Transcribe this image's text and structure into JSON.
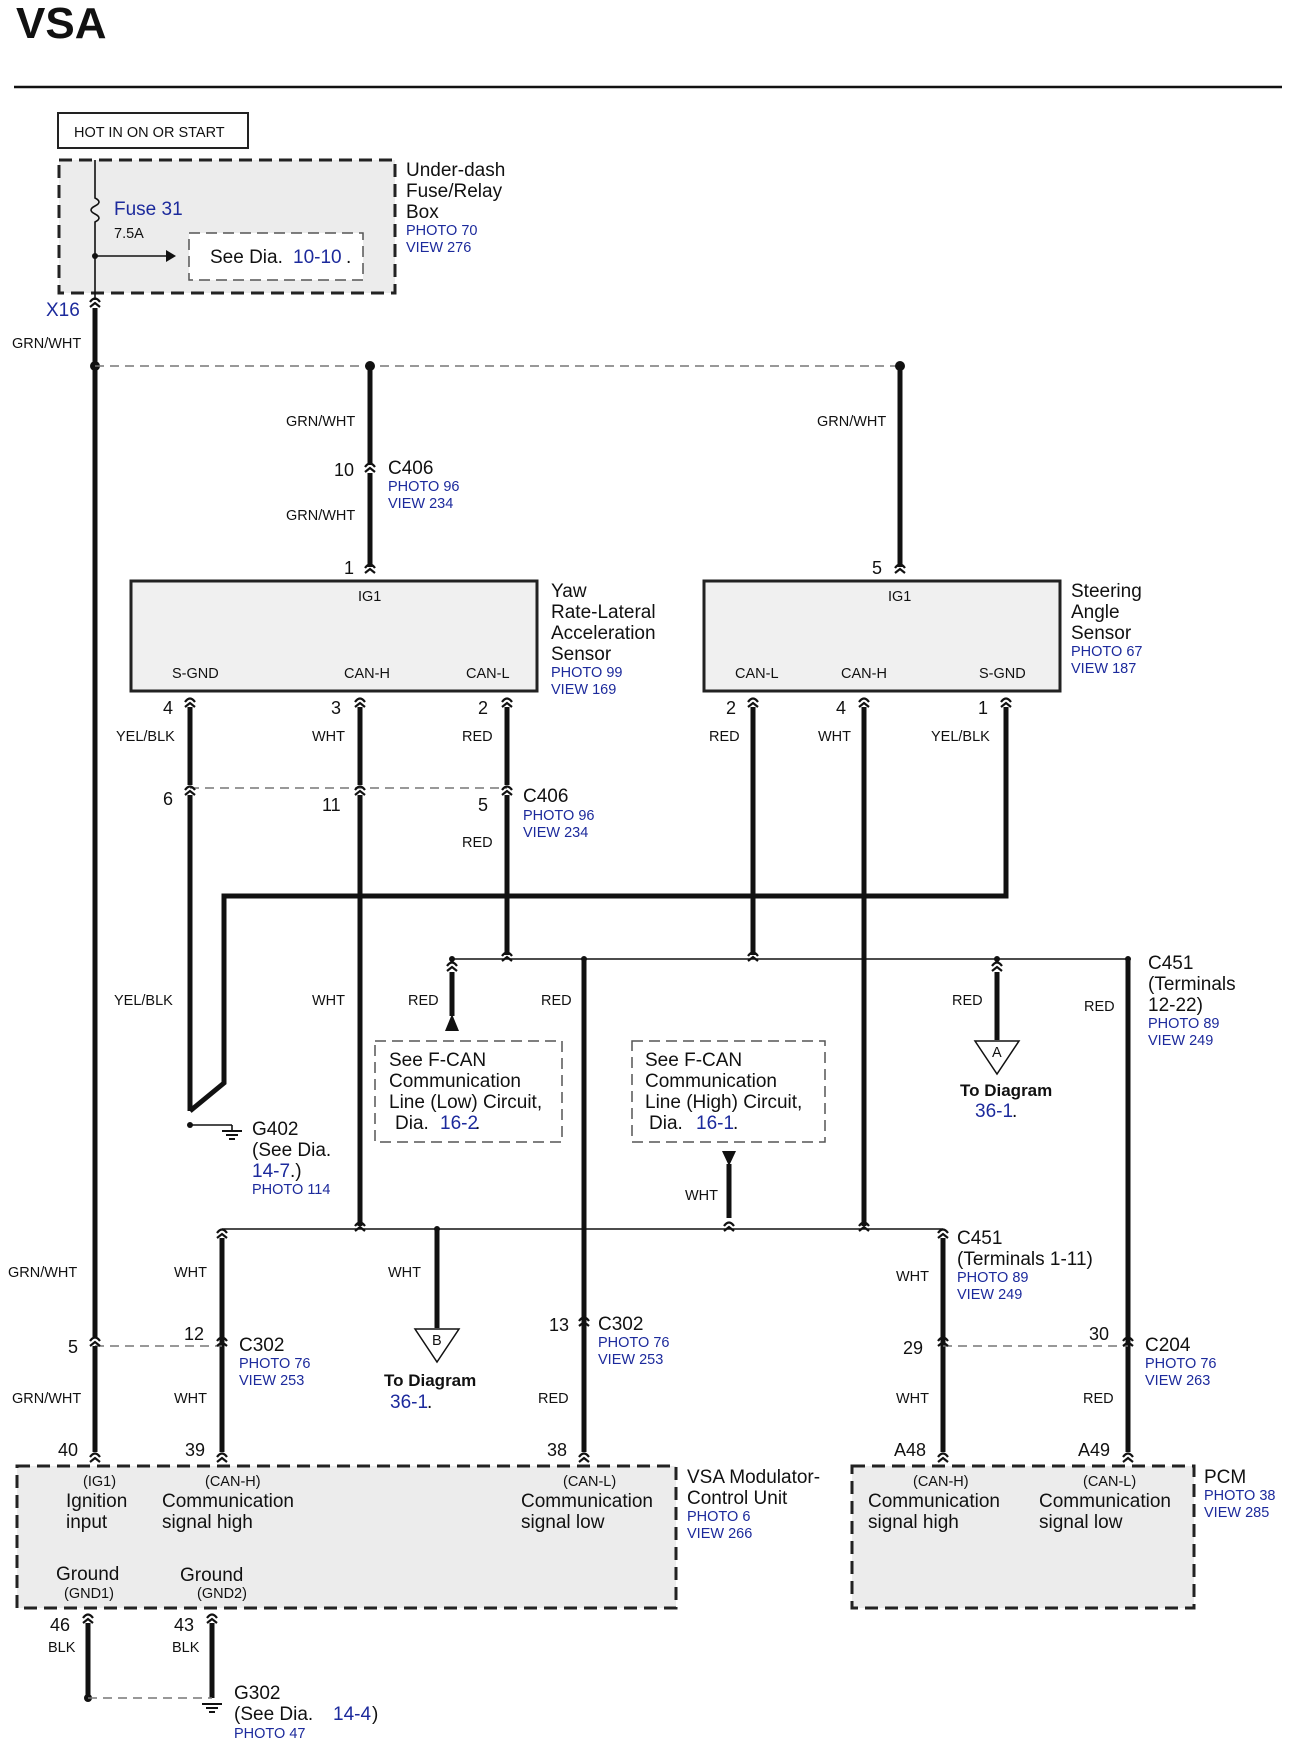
{
  "title": "VSA",
  "power": {
    "hot_label": "HOT IN ON OR START"
  },
  "fusebox": {
    "fuse_name": "Fuse 31",
    "fuse_rating": "7.5A",
    "see_text": "See Dia.",
    "see_ref": "10-10",
    "see_end": ".",
    "name_lines": [
      "Under-dash",
      "Fuse/Relay",
      "Box"
    ],
    "photo": "PHOTO 70",
    "view": "VIEW 276",
    "terminal": "X16"
  },
  "colors": {
    "grn_wht": "GRN/WHT",
    "wht": "WHT",
    "red": "RED",
    "yel_blk": "YEL/BLK",
    "blk": "BLK"
  },
  "c406_top": {
    "pin": "10",
    "name": "C406",
    "photo": "PHOTO 96",
    "view": "VIEW 234"
  },
  "yaw_sensor": {
    "name_lines": [
      "Yaw",
      "Rate-Lateral",
      "Acceleration",
      "Sensor"
    ],
    "photo": "PHOTO 99",
    "view": "VIEW 169",
    "ig1_pin": "1",
    "ig1": "IG1",
    "sgnd": "S-GND",
    "canh": "CAN-H",
    "canl": "CAN-L",
    "sgnd_pin": "4",
    "canh_pin": "3",
    "canl_pin": "2"
  },
  "steering_sensor": {
    "name_lines": [
      "Steering",
      "Angle",
      "Sensor"
    ],
    "photo": "PHOTO 67",
    "view": "VIEW 187",
    "ig1_pin": "5",
    "ig1": "IG1",
    "canl": "CAN-L",
    "canh": "CAN-H",
    "sgnd": "S-GND",
    "canl_pin": "2",
    "canh_pin": "4",
    "sgnd_pin": "1"
  },
  "c406_mid": {
    "pin_a": "6",
    "pin_b": "11",
    "pin_c": "5",
    "name": "C406",
    "photo": "PHOTO 96",
    "view": "VIEW 234"
  },
  "c451_upper": {
    "name": "C451",
    "line2": "(Terminals",
    "line3": "12-22)",
    "photo": "PHOTO 89",
    "view": "VIEW 249"
  },
  "fcan_low": {
    "lines": [
      "See F-CAN",
      "Communication",
      "Line (Low) Circuit,"
    ],
    "dia": "Dia.",
    "ref": "16-2",
    "end": "."
  },
  "fcan_high": {
    "lines": [
      "See F-CAN",
      "Communication",
      "Line (High) Circuit,"
    ],
    "dia": "Dia.",
    "ref": "16-1",
    "end": "."
  },
  "to_diagram_a": {
    "letter": "A",
    "text": "To Diagram",
    "ref": "36-1",
    "end": "."
  },
  "to_diagram_b": {
    "letter": "B",
    "text": "To Diagram",
    "ref": "36-1",
    "end": "."
  },
  "g402": {
    "name": "G402",
    "line2": "(See Dia.",
    "ref": "14-7",
    "end": ".)",
    "photo": "PHOTO 114"
  },
  "c451_lower": {
    "name": "C451",
    "line2": "(Terminals 1-11)",
    "photo": "PHOTO 89",
    "view": "VIEW 249"
  },
  "c302_left": {
    "pin_a": "5",
    "pin_b": "12",
    "name": "C302",
    "photo": "PHOTO 76",
    "view": "VIEW 253"
  },
  "c302_right": {
    "pin": "13",
    "name": "C302",
    "photo": "PHOTO 76",
    "view": "VIEW 253"
  },
  "c204": {
    "pin_a": "29",
    "pin_b": "30",
    "name": "C204",
    "photo": "PHOTO 76",
    "view": "VIEW 263"
  },
  "vsa_unit": {
    "pin_ig1": "40",
    "pin_canh": "39",
    "pin_canl": "38",
    "ig1_tag": "(IG1)",
    "ig1_lines": [
      "Ignition",
      "input"
    ],
    "canh_tag": "(CAN-H)",
    "canh_lines": [
      "Communication",
      "signal high"
    ],
    "canl_tag": "(CAN-L)",
    "canl_lines": [
      "Communication",
      "signal low"
    ],
    "gnd1": "Ground",
    "gnd1_tag": "(GND1)",
    "gnd2": "Ground",
    "gnd2_tag": "(GND2)",
    "name_lines": [
      "VSA Modulator-",
      "Control Unit"
    ],
    "photo": "PHOTO 6",
    "view": "VIEW 266",
    "gnd_pin_a": "46",
    "gnd_pin_b": "43"
  },
  "pcm": {
    "pin_canh": "A48",
    "pin_canl": "A49",
    "canh_tag": "(CAN-H)",
    "canh_lines": [
      "Communication",
      "signal high"
    ],
    "canl_tag": "(CAN-L)",
    "canl_lines": [
      "Communication",
      "signal low"
    ],
    "name": "PCM",
    "photo": "PHOTO 38",
    "view": "VIEW 285"
  },
  "g302": {
    "name": "G302",
    "line2": "(See Dia.",
    "ref": "14-4",
    "end": ")",
    "photo": "PHOTO 47"
  }
}
